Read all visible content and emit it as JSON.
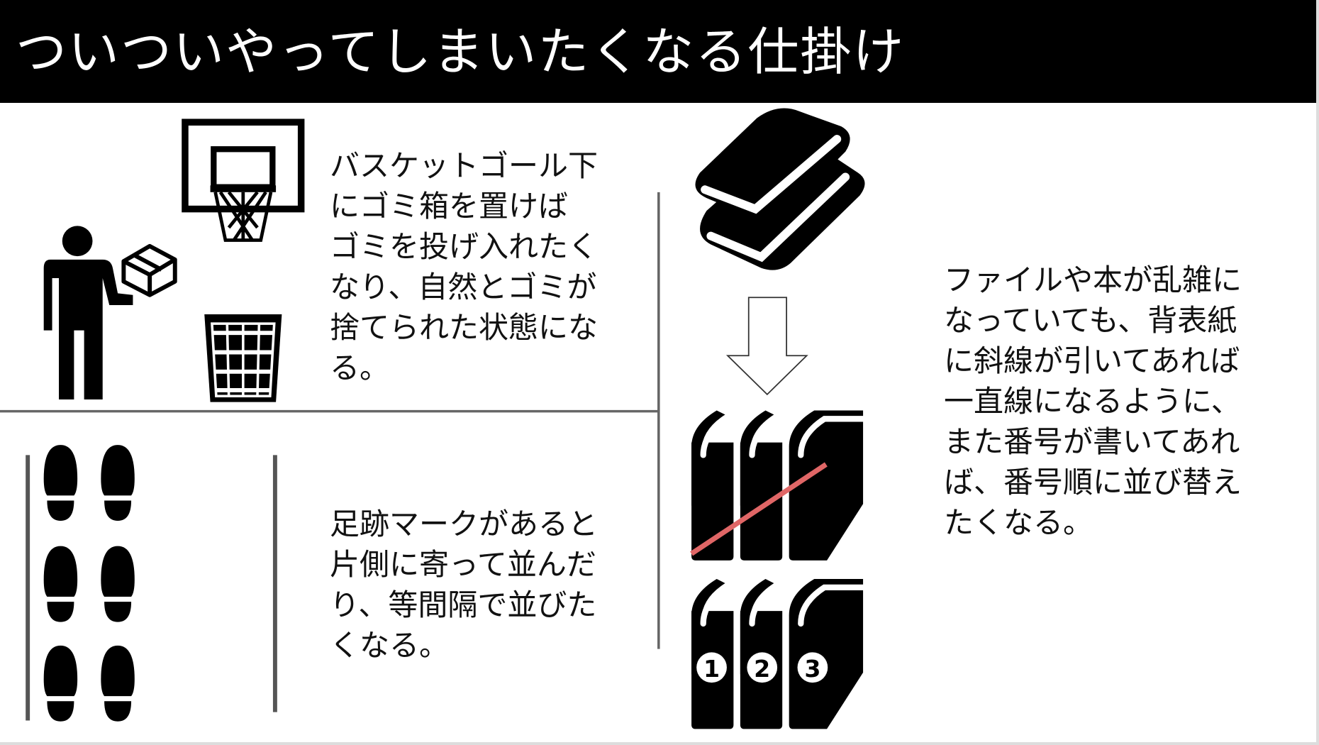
{
  "slide": {
    "title": "ついついやってしまいたくなる仕掛け",
    "sections": [
      {
        "id": "basketball",
        "text": "バスケットゴール下\nにゴミ箱を置けば\nゴミを投げ入れたく\nなり、自然とゴミが\n捨てられた状態にな\nる。"
      },
      {
        "id": "footprints",
        "text": "足跡マークがあると\n片側に寄って並んだ\nり、等間隔で並びた\nくなる。"
      },
      {
        "id": "books",
        "text": "ファイルや本が乱雑に\nなっていても、背表紙\nに斜線が引いてあれば\n一直線になるように、\nまた番号が書いてあれ\nば、番号順に並び替え\nたくなる。"
      }
    ],
    "book_numbers": [
      "1",
      "2",
      "3"
    ],
    "colors": {
      "title_bg": "#000000",
      "divider": "#666666",
      "diagonal_line": "#e06666"
    },
    "icons": [
      "basketball-hoop-icon",
      "person-icon",
      "box-icon",
      "trash-basket-icon",
      "footprint-icon",
      "stacked-books-icon",
      "down-arrow-icon",
      "books-icon"
    ]
  }
}
